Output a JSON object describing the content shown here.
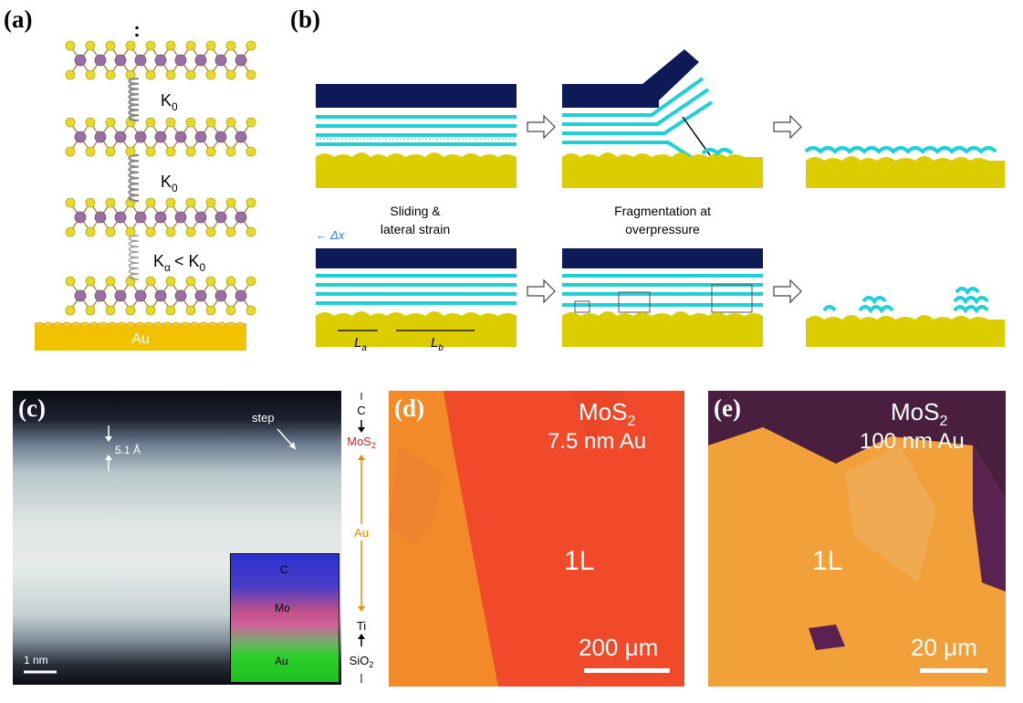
{
  "panels": {
    "a": {
      "label": "(a)",
      "ellipsis": ":",
      "springs": [
        "K",
        "K",
        "K"
      ],
      "spring_subs": [
        "0",
        "0",
        "α"
      ],
      "spring_compare": "< K",
      "spring_compare_sub": "0",
      "substrate": "Au"
    },
    "b": {
      "label": "(b)",
      "caption_top_left": [
        "Sliding &",
        "lateral strain"
      ],
      "caption_top_mid": [
        "Fragmentation at",
        "overpressure"
      ],
      "delta_label": "← Δx",
      "dim_a": "L",
      "dim_a_sub": "a",
      "dim_b": "L",
      "dim_b_sub": "b"
    },
    "c": {
      "label": "(c)",
      "step": "step",
      "spacing": "5.1 Å",
      "scale": "1 nm",
      "side_labels": [
        "C",
        "MoS",
        "Au",
        "Ti",
        "SiO"
      ],
      "side_subs": [
        "",
        "2",
        "",
        "",
        "2"
      ],
      "inset": [
        "C",
        "Mo",
        "Au"
      ]
    },
    "d": {
      "label": "(d)",
      "mat": "MoS",
      "mat_sub": "2",
      "thickness": "7.5 nm Au",
      "layer": "1L",
      "scale": "200 μm"
    },
    "e": {
      "label": "(e)",
      "mat": "MoS",
      "mat_sub": "2",
      "thickness": "100 nm Au",
      "layer": "1L",
      "scale": "20 μm"
    }
  },
  "colors": {
    "navy": "#0e1a57",
    "cyan": "#1fd0d9",
    "gold": "#dccd00",
    "au_bar": "#f2c200",
    "mo_atom": "#9a6fa3",
    "s_atom": "#e5d92a",
    "optical_d": "#f04a2a",
    "optical_e": "#f2a03a"
  }
}
